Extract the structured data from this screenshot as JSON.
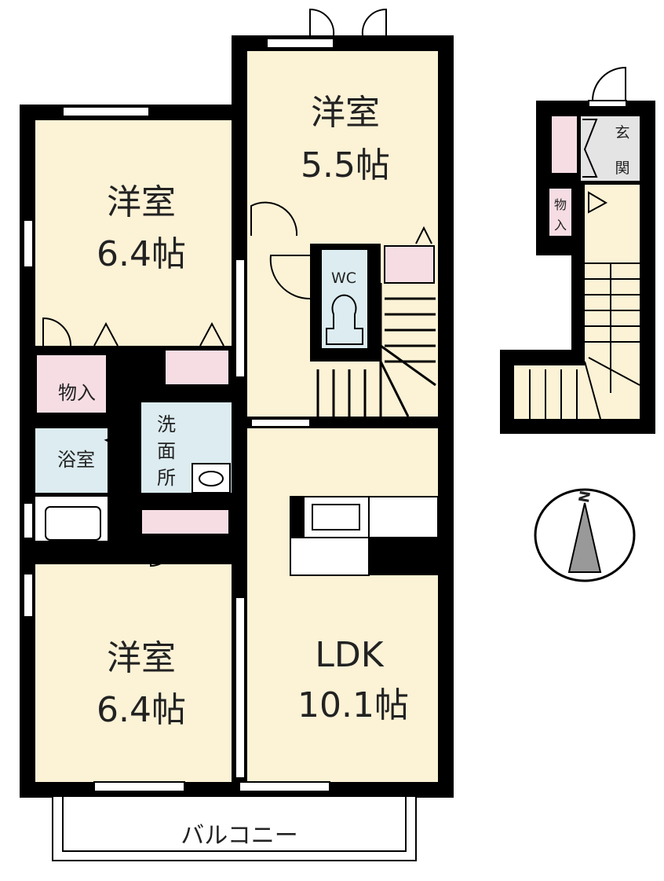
{
  "colors": {
    "room": "#fcf2d6",
    "wet": "#dcecf0",
    "storage": "#f6dde4",
    "entrance": "#e4e4e4",
    "wall": "#000000",
    "compass": "#999999"
  },
  "rooms": {
    "western_upper_left": {
      "name": "洋室",
      "size": "6.4帖"
    },
    "western_top_right": {
      "name": "洋室",
      "size": "5.5帖"
    },
    "western_lower_left": {
      "name": "洋室",
      "size": "6.4帖"
    },
    "ldk": {
      "name": "LDK",
      "size": "10.1帖"
    },
    "wc": "WC",
    "storage": "物入",
    "bath": "浴室",
    "washroom": [
      "洗",
      "面",
      "所"
    ],
    "balcony": "バルコニー",
    "entrance": [
      "玄",
      "関"
    ],
    "annex_storage": [
      "物",
      "入"
    ]
  },
  "compass": {
    "label": "N"
  }
}
